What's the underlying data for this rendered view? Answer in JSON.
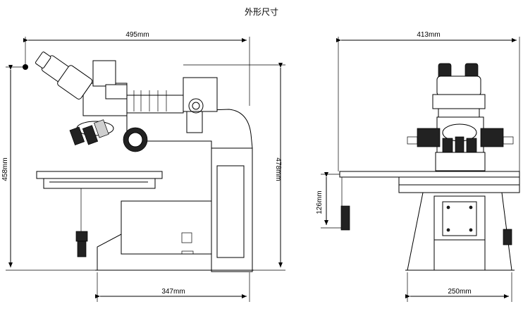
{
  "title": "外形尺寸",
  "side_view": {
    "width_label": "495mm",
    "height_label": "458mm",
    "total_height_label": "478mm",
    "base_width_label": "347mm"
  },
  "front_view": {
    "width_label": "413mm",
    "stage_height_label": "126mm",
    "base_width_label": "250mm"
  }
}
